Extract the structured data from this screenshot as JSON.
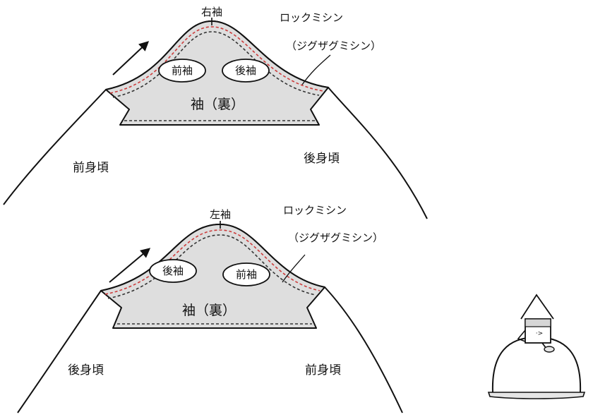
{
  "top": {
    "sleeve_name": "右袖",
    "lock_label": "ロックミシン",
    "zigzag_label": "（ジグザグミシン）",
    "oval_left": "前袖",
    "oval_right": "後袖",
    "inside_label": "袖（裏）",
    "body_left": "前身頃",
    "body_right": "後身頃"
  },
  "bottom": {
    "sleeve_name": "左袖",
    "lock_label": "ロックミシン",
    "zigzag_label": "（ジグザグミシン）",
    "oval_left": "後袖",
    "oval_right": "前袖",
    "inside_label": "袖（裏）",
    "body_left": "後身頃",
    "body_right": "前身頃"
  },
  "colors": {
    "sleeve_fill": "#dedede",
    "lock_stitch": "#cc3b3b",
    "seam_stitch": "#333333"
  },
  "icons": {
    "arrow": "direction-arrow-icon",
    "mascot": "mascot-character-icon"
  }
}
